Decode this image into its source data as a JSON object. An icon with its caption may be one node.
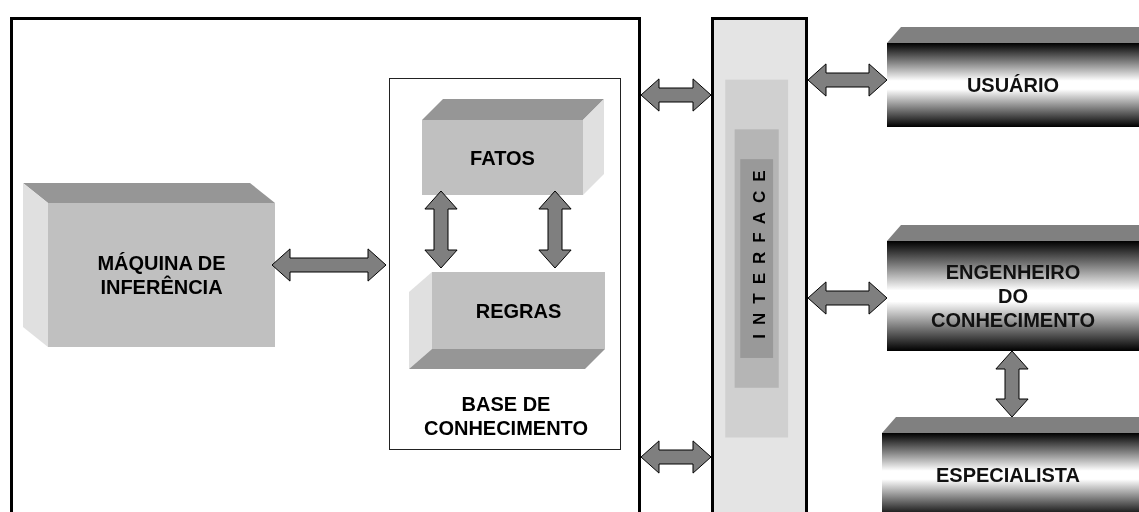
{
  "diagram": {
    "nodes": [
      {
        "text": [],
        "shape": "box"
      },
      {
        "text": [
          "MÁQUINA DE INFERÊNCIA"
        ],
        "in": 0
      },
      {
        "text": [
          "BASE DE CONHECIMENTO"
        ],
        "in": 0
      },
      {
        "text": [
          "FATOS"
        ],
        "in": 2
      },
      {
        "text": [
          "REGRAS"
        ],
        "in": 2
      },
      {
        "text": [
          "INTERFACE"
        ]
      },
      {
        "text": [
          "USUÁRIO"
        ]
      },
      {
        "text": [
          "ENGENHEIRO DO CONHECIMENTO"
        ]
      },
      {
        "text": [
          "ESPECIALISTA"
        ]
      }
    ],
    "edges": [
      {
        "from": 1,
        "to": 2,
        "arrow": "both",
        "style": "thick"
      },
      {
        "from": 3,
        "to": 4,
        "arrow": "both",
        "style": "thick"
      },
      {
        "from": 3,
        "to": 4,
        "arrow": "both",
        "style": "thick"
      },
      {
        "from": 0,
        "to": 5,
        "arrow": "both",
        "style": "thick"
      },
      {
        "from": 0,
        "to": 5,
        "arrow": "both",
        "style": "thick"
      },
      {
        "from": 5,
        "to": 6,
        "arrow": "both",
        "style": "thick"
      },
      {
        "from": 5,
        "to": 7,
        "arrow": "both",
        "style": "thick"
      },
      {
        "from": 7,
        "to": 8,
        "arrow": "both",
        "style": "thick"
      }
    ]
  }
}
